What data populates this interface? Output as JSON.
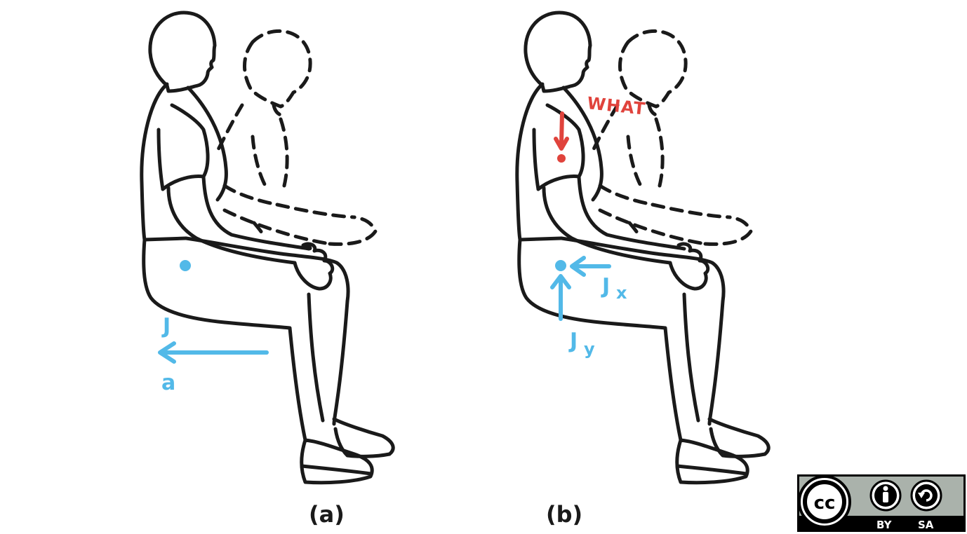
{
  "panel_a": {
    "caption": "(a)",
    "label_force": "J",
    "label_accel": "a"
  },
  "panel_b": {
    "caption": "(b)",
    "exclaim": "WHAT",
    "label_jx": "J",
    "label_jx_sub": "x",
    "label_jy": "J",
    "label_jy_sub": "y"
  },
  "license": {
    "cc": "cc",
    "by": "BY",
    "sa": "SA"
  },
  "colors": {
    "force_blue": "#52b9e8",
    "alarm_red": "#e0433c",
    "ink": "#1a1a1a"
  }
}
